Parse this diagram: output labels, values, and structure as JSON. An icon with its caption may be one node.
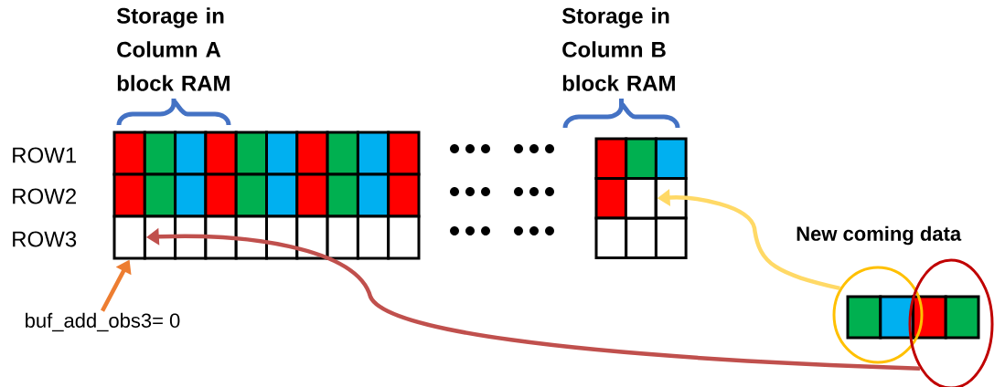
{
  "diagram": {
    "nodes": [
      {
        "text": [],
        "shape": "box"
      },
      {
        "text": [],
        "shape": "box"
      },
      {
        "text": [
          "buf_add_obs3= 0"
        ]
      },
      {
        "text": [],
        "shape": "circle"
      },
      {
        "text": [],
        "shape": "circle"
      }
    ],
    "edges": [
      {
        "from": 3,
        "to": 1,
        "arrow": "to",
        "color": "#ffd966"
      },
      {
        "from": 4,
        "to": 0,
        "arrow": "to",
        "color": "#c0504d"
      },
      {
        "from": 2,
        "to": 0,
        "arrow": "to",
        "color": "#ed7d31"
      }
    ],
    "labels": [
      "Storage in Column A block RAM",
      "Storage in Column B block RAM",
      "ROW1",
      "ROW2",
      "ROW3",
      "New coming data"
    ]
  }
}
